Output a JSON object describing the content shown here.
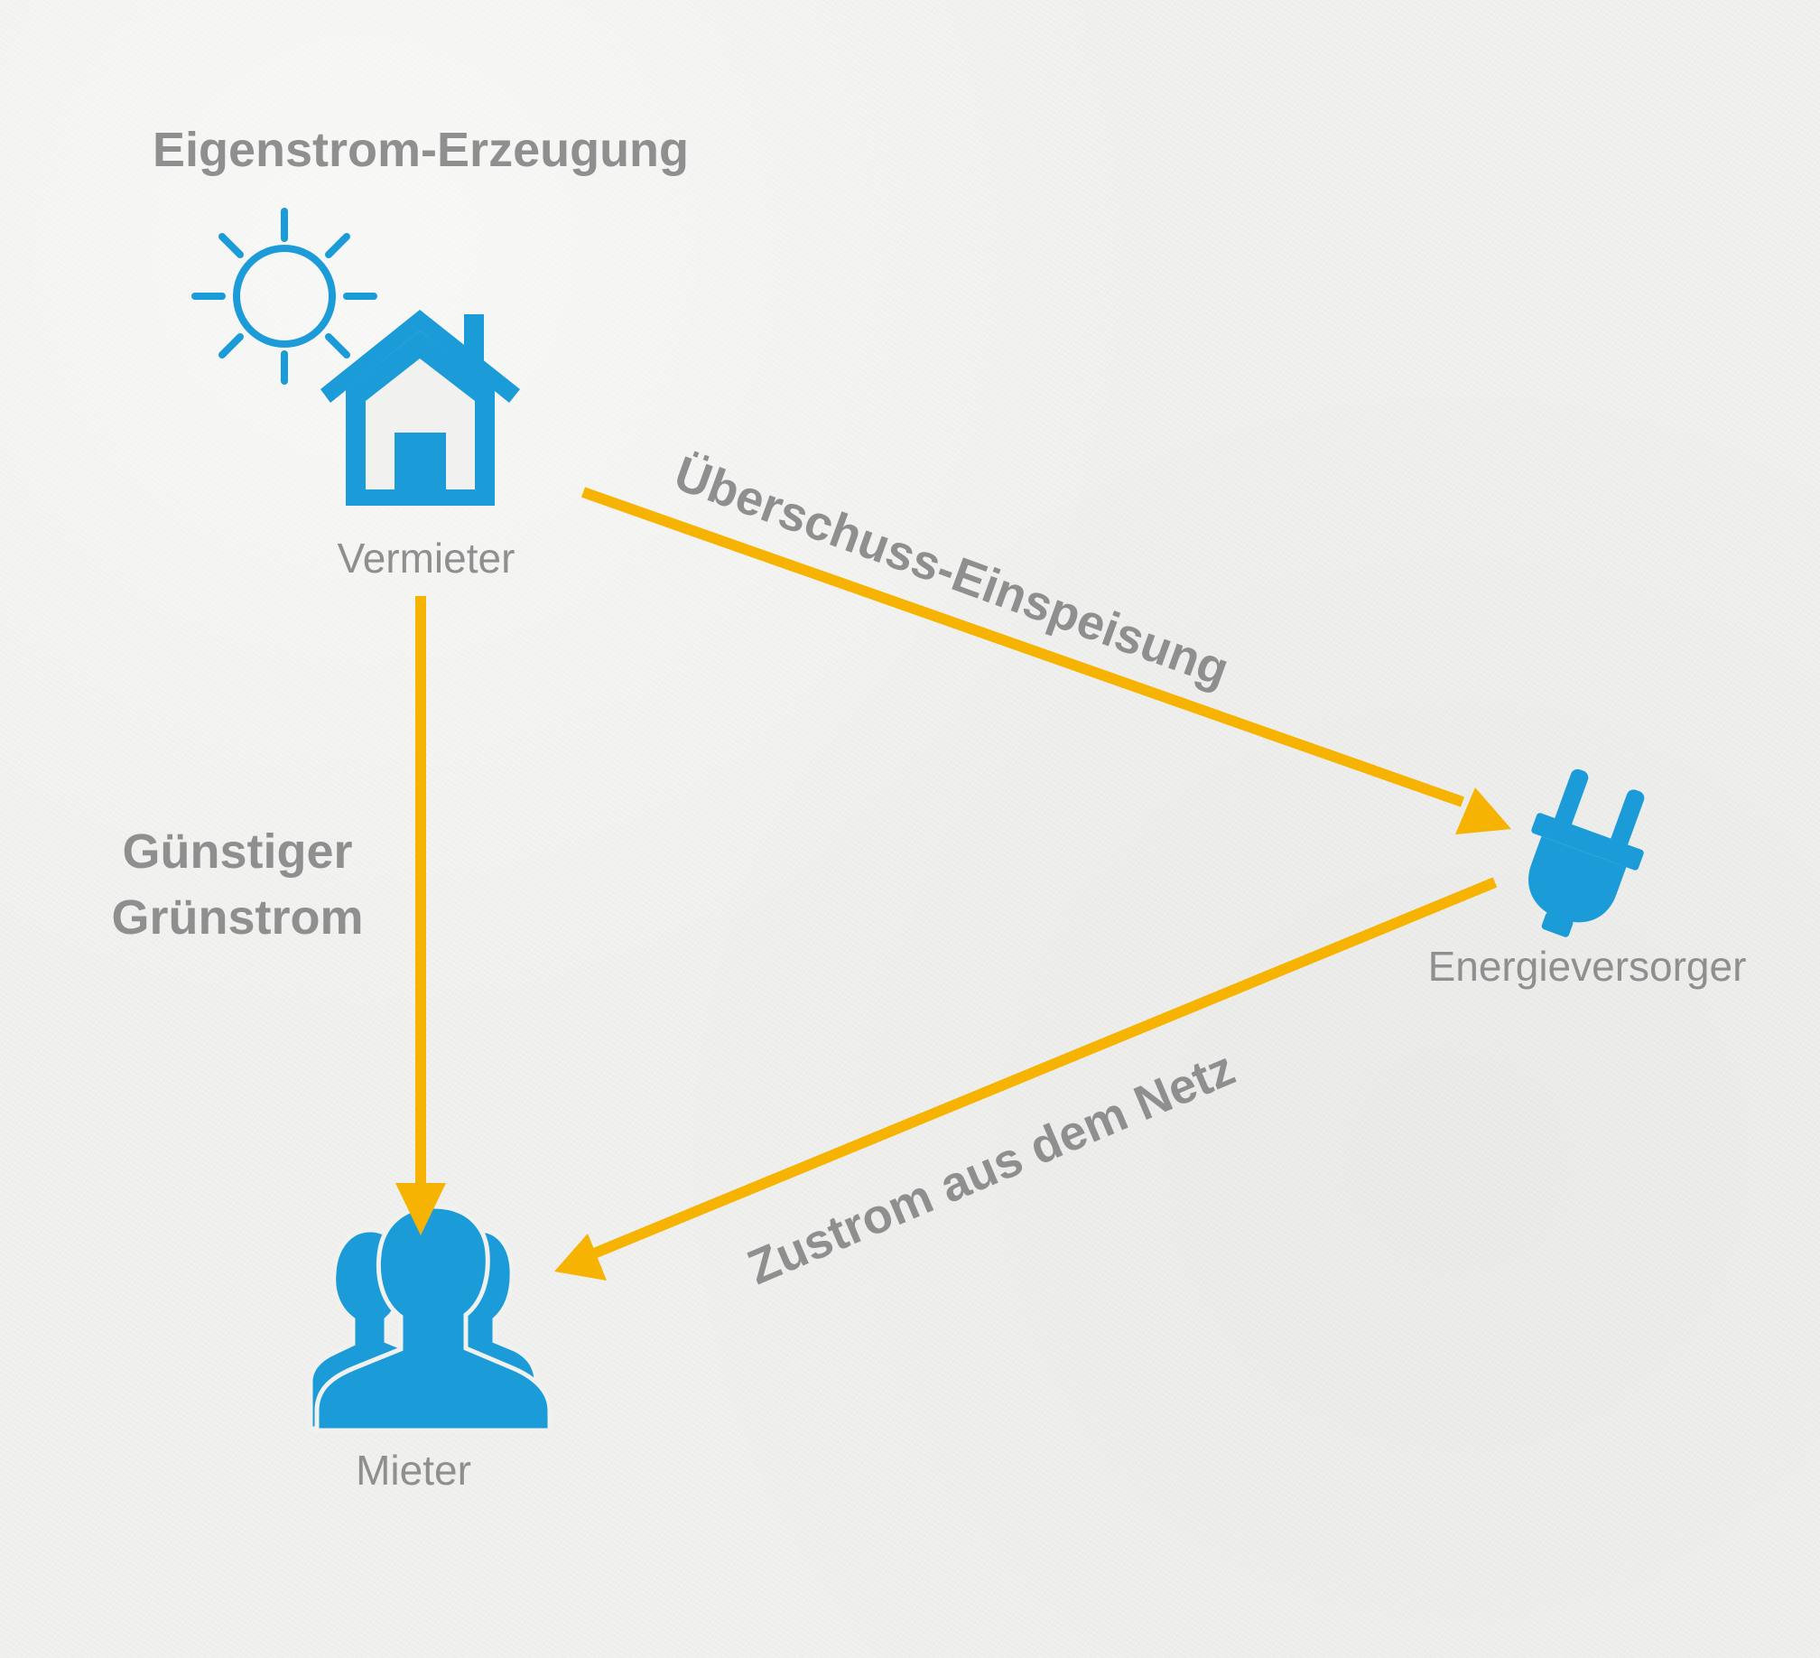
{
  "diagram": {
    "heading": "Eigenstrom-Erzeugung",
    "nodes": {
      "landlord": {
        "label": "Vermieter",
        "icon": "house-icon"
      },
      "tenants": {
        "label": "Mieter",
        "icon": "people-icon"
      },
      "utility": {
        "label": "Energieversorger",
        "icon": "plug-icon"
      },
      "sun": {
        "icon": "sun-icon"
      }
    },
    "edges": {
      "landlord_to_tenants": {
        "label_line1": "Günstiger",
        "label_line2": "Grünstrom"
      },
      "landlord_to_utility": {
        "label": "Überschuss-Einspeisung"
      },
      "utility_to_tenants": {
        "label": "Zustrom aus dem Netz"
      }
    },
    "colors": {
      "icon": "#1b9cd8",
      "arrow": "#f6b301",
      "text": "#8f8f8f",
      "background": "#f1f1ef"
    }
  }
}
